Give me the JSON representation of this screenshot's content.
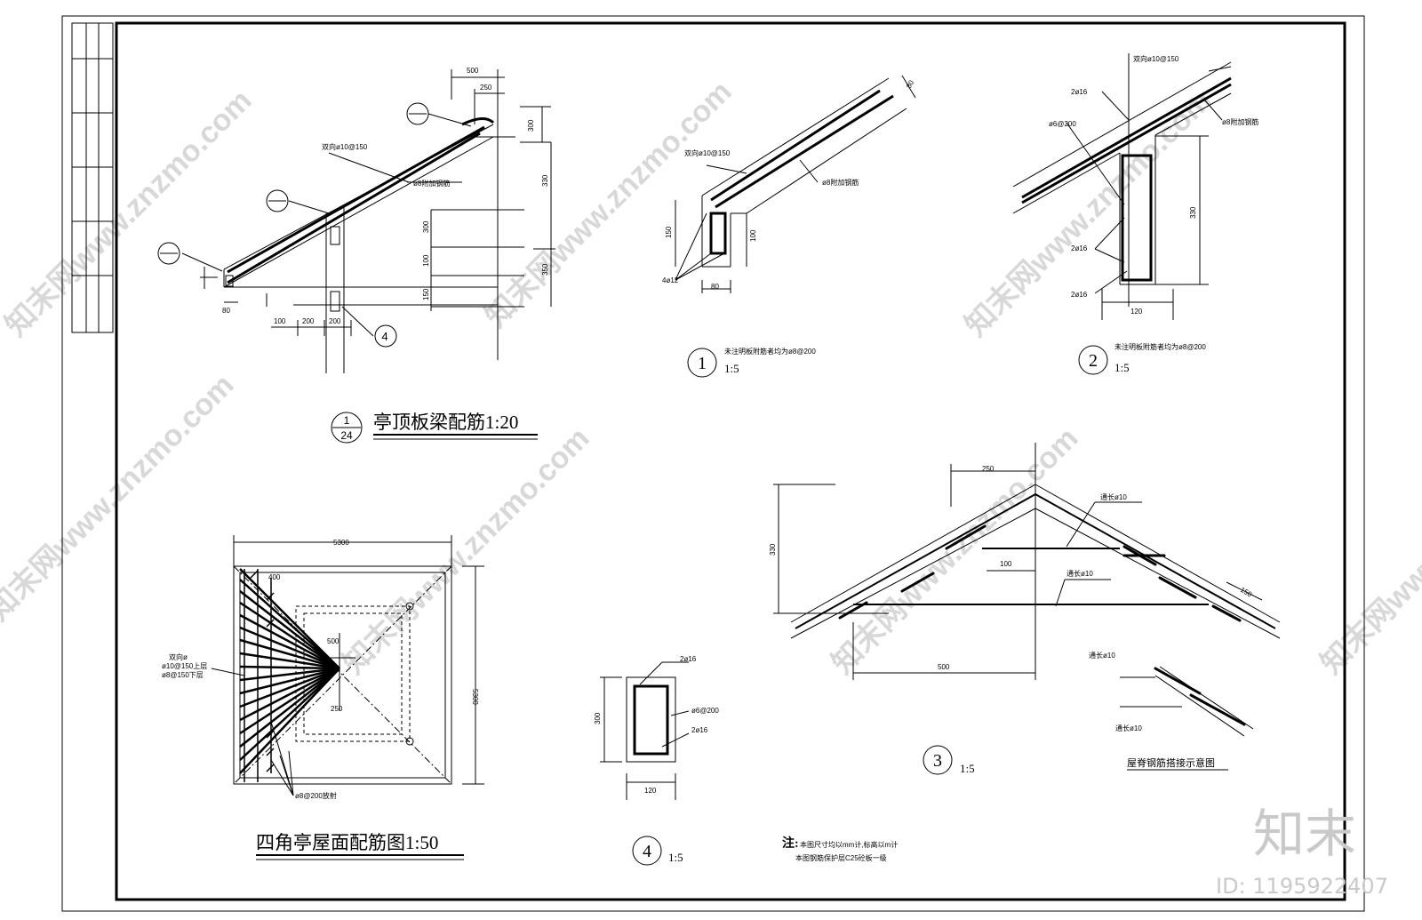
{
  "titles": {
    "section": "亭顶板梁配筋1:20",
    "section_num": "1",
    "section_den": "24",
    "plan": "四角亭屋面配筋图1:50",
    "ridge": "屋脊钢筋搭接示意图"
  },
  "callouts": {
    "c1": "1",
    "c2": "2",
    "c3": "3",
    "c4": "4"
  },
  "scales": {
    "s1": "1:5",
    "s2": "1:5",
    "s3": "1:5",
    "s4": "1:5"
  },
  "notes_under": {
    "d1": "未注明板附筋者均为ø8@200",
    "d2": "未注明板附筋者均为ø8@200"
  },
  "note": {
    "label": "注:",
    "line1": "本图尺寸均以mm计,标高以m计",
    "line2": "本图钢筋保护层C25砼板一级"
  },
  "dims": {
    "s500": "500",
    "s250": "250",
    "s300a": "300",
    "s330": "330",
    "s350": "350",
    "s300b": "300",
    "s200": "200",
    "s200b": "200",
    "s100": "100",
    "s150": "150",
    "s80": "80",
    "s100b": "100",
    "d1_80": "80",
    "d1_150": "150",
    "d1_80b": "80",
    "d1_100": "100",
    "d2_330": "330",
    "d2_120": "120",
    "p5300a": "5300",
    "p5300b": "5300",
    "p400": "400",
    "p500": "500",
    "p250": "250",
    "d4_300": "300",
    "d4_120": "120",
    "d3_250": "250",
    "d3_330": "330",
    "d3_100": "100",
    "d3_500": "500",
    "d3_150": "150"
  },
  "labels": {
    "rebar1": "双向ø10@150",
    "rebar2": "ø8附加钢筋",
    "d1_r1": "双向ø10@150",
    "d1_r2": "ø8附加钢筋",
    "d1_r3": "4ø12",
    "d2_top": "双向ø10@150",
    "d2_r1": "2ø16",
    "d2_r2": "ø6@200",
    "d2_r3": "ø8附加钢筋",
    "d2_r4": "2ø16",
    "d2_r5": "2ø16",
    "p_lbl1": "双向ø",
    "p_lbl2": "ø10@150上层",
    "p_lbl3": "ø8@150下层",
    "p_lbl4": "ø8@200放射",
    "d4_t": "2ø16",
    "d4_m": "ø6@200",
    "d4_b": "2ø16",
    "d3_a": "通长ø10",
    "d3_b": "通长ø10",
    "d3_c": "通长ø10",
    "d3_d": "通长ø10"
  },
  "brand": {
    "logo": "知末",
    "id": "ID: 1195922407",
    "wm": "知末网www.znzmo.com"
  }
}
